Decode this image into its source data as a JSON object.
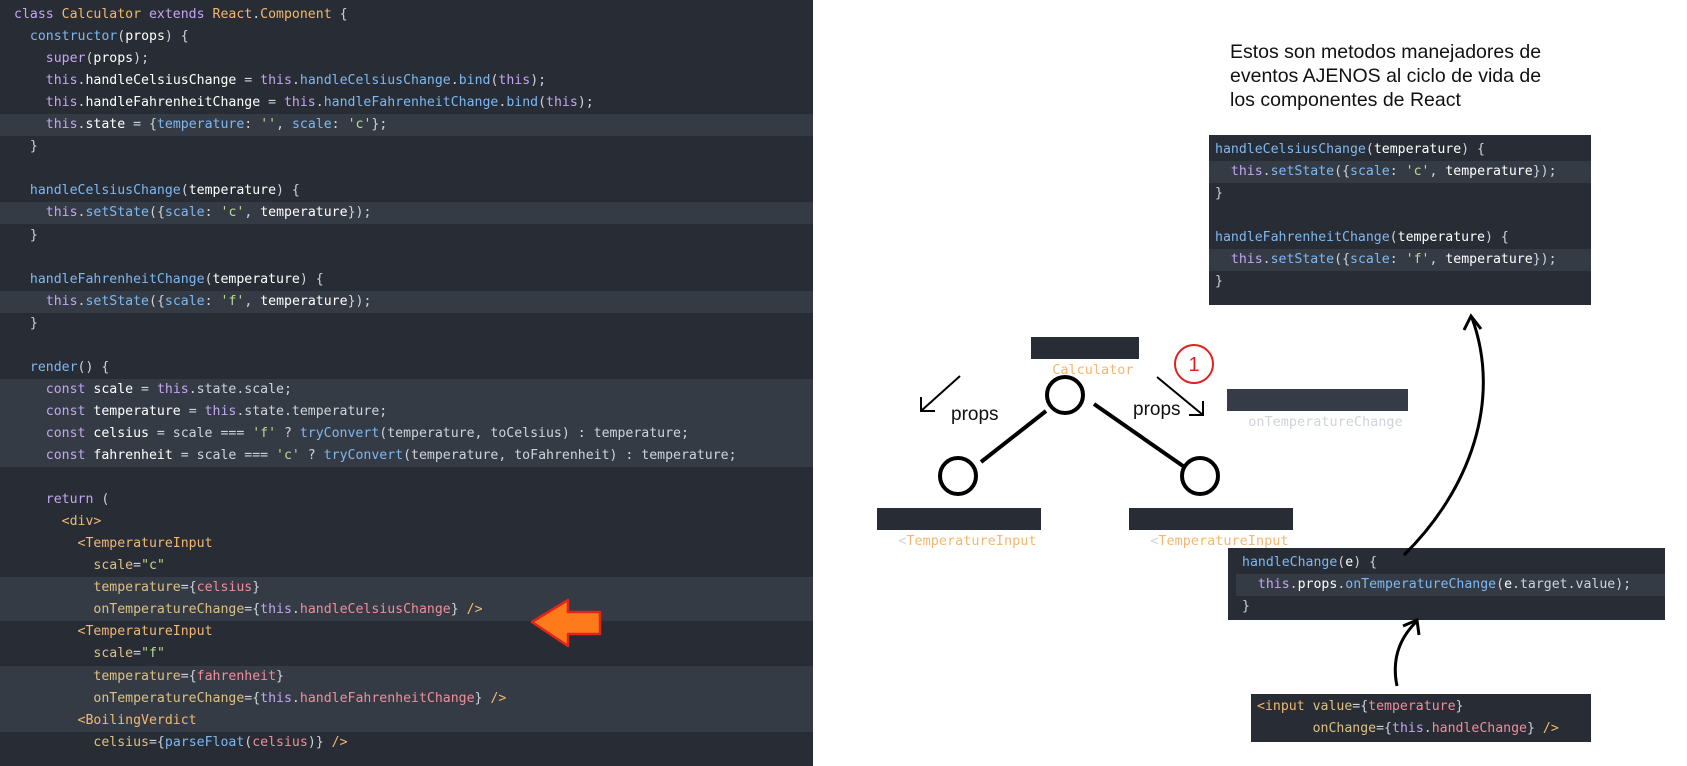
{
  "editor": {
    "lines": [
      [
        [
          "kw",
          "class "
        ],
        [
          "cls",
          "Calculator "
        ],
        [
          "kw",
          "extends "
        ],
        [
          "cls",
          "React"
        ],
        [
          "pun",
          "."
        ],
        [
          "cls",
          "Component "
        ],
        [
          "pun",
          "{"
        ]
      ],
      [
        [
          "pun",
          "  "
        ],
        [
          "fn",
          "constructor"
        ],
        [
          "pun",
          "("
        ],
        [
          "prm",
          "props"
        ],
        [
          "pun",
          ") {"
        ]
      ],
      [
        [
          "pun",
          "    "
        ],
        [
          "kw",
          "super"
        ],
        [
          "pun",
          "("
        ],
        [
          "prm",
          "props"
        ],
        [
          "pun",
          ");"
        ]
      ],
      [
        [
          "pun",
          "    "
        ],
        [
          "kw",
          "this"
        ],
        [
          "pun",
          "."
        ],
        [
          "prm",
          "handleCelsiusChange"
        ],
        [
          "pun",
          " = "
        ],
        [
          "kw",
          "this"
        ],
        [
          "pun",
          "."
        ],
        [
          "fn",
          "handleCelsiusChange"
        ],
        [
          "pun",
          "."
        ],
        [
          "fn",
          "bind"
        ],
        [
          "pun",
          "("
        ],
        [
          "kw",
          "this"
        ],
        [
          "pun",
          ");"
        ]
      ],
      [
        [
          "pun",
          "    "
        ],
        [
          "kw",
          "this"
        ],
        [
          "pun",
          "."
        ],
        [
          "prm",
          "handleFahrenheitChange"
        ],
        [
          "pun",
          " = "
        ],
        [
          "kw",
          "this"
        ],
        [
          "pun",
          "."
        ],
        [
          "fn",
          "handleFahrenheitChange"
        ],
        [
          "pun",
          "."
        ],
        [
          "fn",
          "bind"
        ],
        [
          "pun",
          "("
        ],
        [
          "kw",
          "this"
        ],
        [
          "pun",
          ");"
        ]
      ],
      [
        [
          "pun",
          "    "
        ],
        [
          "kw",
          "this"
        ],
        [
          "pun",
          "."
        ],
        [
          "prm",
          "state"
        ],
        [
          "pun",
          " = {"
        ],
        [
          "key",
          "temperature"
        ],
        [
          "pun",
          ": "
        ],
        [
          "str",
          "''"
        ],
        [
          "pun",
          ", "
        ],
        [
          "key",
          "scale"
        ],
        [
          "pun",
          ": "
        ],
        [
          "str",
          "'c'"
        ],
        [
          "pun",
          "};"
        ]
      ],
      [
        [
          "pun",
          "  }"
        ]
      ],
      [
        [
          "pun",
          ""
        ]
      ],
      [
        [
          "pun",
          "  "
        ],
        [
          "fn",
          "handleCelsiusChange"
        ],
        [
          "pun",
          "("
        ],
        [
          "prm",
          "temperature"
        ],
        [
          "pun",
          ") {"
        ]
      ],
      [
        [
          "pun",
          "    "
        ],
        [
          "kw",
          "this"
        ],
        [
          "pun",
          "."
        ],
        [
          "fn",
          "setState"
        ],
        [
          "pun",
          "({"
        ],
        [
          "key",
          "scale"
        ],
        [
          "pun",
          ": "
        ],
        [
          "str",
          "'c'"
        ],
        [
          "pun",
          ", "
        ],
        [
          "prm",
          "temperature"
        ],
        [
          "pun",
          "});"
        ]
      ],
      [
        [
          "pun",
          "  }"
        ]
      ],
      [
        [
          "pun",
          ""
        ]
      ],
      [
        [
          "pun",
          "  "
        ],
        [
          "fn",
          "handleFahrenheitChange"
        ],
        [
          "pun",
          "("
        ],
        [
          "prm",
          "temperature"
        ],
        [
          "pun",
          ") {"
        ]
      ],
      [
        [
          "pun",
          "    "
        ],
        [
          "kw",
          "this"
        ],
        [
          "pun",
          "."
        ],
        [
          "fn",
          "setState"
        ],
        [
          "pun",
          "({"
        ],
        [
          "key",
          "scale"
        ],
        [
          "pun",
          ": "
        ],
        [
          "str",
          "'f'"
        ],
        [
          "pun",
          ", "
        ],
        [
          "prm",
          "temperature"
        ],
        [
          "pun",
          "});"
        ]
      ],
      [
        [
          "pun",
          "  }"
        ]
      ],
      [
        [
          "pun",
          ""
        ]
      ],
      [
        [
          "pun",
          "  "
        ],
        [
          "fn",
          "render"
        ],
        [
          "pun",
          "() {"
        ]
      ],
      [
        [
          "pun",
          "    "
        ],
        [
          "kw",
          "const "
        ],
        [
          "prm",
          "scale"
        ],
        [
          "pun",
          " = "
        ],
        [
          "kw",
          "this"
        ],
        [
          "pun",
          ".state.scale;"
        ]
      ],
      [
        [
          "pun",
          "    "
        ],
        [
          "kw",
          "const "
        ],
        [
          "prm",
          "temperature"
        ],
        [
          "pun",
          " = "
        ],
        [
          "kw",
          "this"
        ],
        [
          "pun",
          ".state.temperature;"
        ]
      ],
      [
        [
          "pun",
          "    "
        ],
        [
          "kw",
          "const "
        ],
        [
          "prm",
          "celsius"
        ],
        [
          "pun",
          " = scale === "
        ],
        [
          "str",
          "'f'"
        ],
        [
          "pun",
          " ? "
        ],
        [
          "fn",
          "tryConvert"
        ],
        [
          "pun",
          "(temperature, toCelsius) : temperature;"
        ]
      ],
      [
        [
          "pun",
          "    "
        ],
        [
          "kw",
          "const "
        ],
        [
          "prm",
          "fahrenheit"
        ],
        [
          "pun",
          " = scale === "
        ],
        [
          "str",
          "'c'"
        ],
        [
          "pun",
          " ? "
        ],
        [
          "fn",
          "tryConvert"
        ],
        [
          "pun",
          "(temperature, toFahrenheit) : temperature;"
        ]
      ],
      [
        [
          "pun",
          ""
        ]
      ],
      [
        [
          "pun",
          "    "
        ],
        [
          "kw",
          "return "
        ],
        [
          "pun",
          "("
        ]
      ],
      [
        [
          "pun",
          "      "
        ],
        [
          "tag",
          "<div>"
        ]
      ],
      [
        [
          "pun",
          "        "
        ],
        [
          "tag",
          "<TemperatureInput"
        ]
      ],
      [
        [
          "pun",
          "          "
        ],
        [
          "atr",
          "scale"
        ],
        [
          "pun",
          "="
        ],
        [
          "str",
          "\"c\""
        ]
      ],
      [
        [
          "pun",
          "          "
        ],
        [
          "atr",
          "temperature"
        ],
        [
          "pun",
          "={"
        ],
        [
          "exp",
          "celsius"
        ],
        [
          "pun",
          "}"
        ]
      ],
      [
        [
          "pun",
          "          "
        ],
        [
          "atr",
          "onTemperatureChange"
        ],
        [
          "pun",
          "={"
        ],
        [
          "kw",
          "this"
        ],
        [
          "pun",
          "."
        ],
        [
          "exp",
          "handleCelsiusChange"
        ],
        [
          "pun",
          "} "
        ],
        [
          "tag",
          "/>"
        ]
      ],
      [
        [
          "pun",
          "        "
        ],
        [
          "tag",
          "<TemperatureInput"
        ]
      ],
      [
        [
          "pun",
          "          "
        ],
        [
          "atr",
          "scale"
        ],
        [
          "pun",
          "="
        ],
        [
          "str",
          "\"f\""
        ]
      ],
      [
        [
          "pun",
          "          "
        ],
        [
          "atr",
          "temperature"
        ],
        [
          "pun",
          "={"
        ],
        [
          "exp",
          "fahrenheit"
        ],
        [
          "pun",
          "}"
        ]
      ],
      [
        [
          "pun",
          "          "
        ],
        [
          "atr",
          "onTemperatureChange"
        ],
        [
          "pun",
          "={"
        ],
        [
          "kw",
          "this"
        ],
        [
          "pun",
          "."
        ],
        [
          "exp",
          "handleFahrenheitChange"
        ],
        [
          "pun",
          "} "
        ],
        [
          "tag",
          "/>"
        ]
      ],
      [
        [
          "pun",
          "        "
        ],
        [
          "tag",
          "<BoilingVerdict"
        ]
      ],
      [
        [
          "pun",
          "          "
        ],
        [
          "atr",
          "celsius"
        ],
        [
          "pun",
          "={"
        ],
        [
          "fn",
          "parseFloat"
        ],
        [
          "pun",
          "("
        ],
        [
          "exp",
          "celsius"
        ],
        [
          "pun",
          ")} "
        ],
        [
          "tag",
          "/>"
        ]
      ]
    ],
    "highlighted": [
      5,
      9,
      13,
      17,
      18,
      19,
      20,
      26,
      27,
      30,
      31,
      32
    ]
  },
  "note": {
    "line1": "Estos son metodos manejadores de",
    "line2": "eventos AJENOS al ciclo de vida de",
    "line3": "los componentes de React"
  },
  "handlers_box": {
    "lines": [
      [
        [
          "fn",
          "handleCelsiusChange"
        ],
        [
          "pun",
          "("
        ],
        [
          "prm",
          "temperature"
        ],
        [
          "pun",
          ") {"
        ]
      ],
      [
        [
          "pun",
          "  "
        ],
        [
          "kw",
          "this"
        ],
        [
          "pun",
          "."
        ],
        [
          "fn",
          "setState"
        ],
        [
          "pun",
          "({"
        ],
        [
          "key",
          "scale"
        ],
        [
          "pun",
          ": "
        ],
        [
          "str",
          "'c'"
        ],
        [
          "pun",
          ", "
        ],
        [
          "prm",
          "temperature"
        ],
        [
          "pun",
          "});"
        ]
      ],
      [
        [
          "pun",
          "}"
        ]
      ],
      [
        [
          "pun",
          ""
        ]
      ],
      [
        [
          "fn",
          "handleFahrenheitChange"
        ],
        [
          "pun",
          "("
        ],
        [
          "prm",
          "temperature"
        ],
        [
          "pun",
          ") {"
        ]
      ],
      [
        [
          "pun",
          "  "
        ],
        [
          "kw",
          "this"
        ],
        [
          "pun",
          "."
        ],
        [
          "fn",
          "setState"
        ],
        [
          "pun",
          "({"
        ],
        [
          "key",
          "scale"
        ],
        [
          "pun",
          ": "
        ],
        [
          "str",
          "'f'"
        ],
        [
          "pun",
          ", "
        ],
        [
          "prm",
          "temperature"
        ],
        [
          "pun",
          "});"
        ]
      ],
      [
        [
          "pun",
          "}"
        ]
      ]
    ],
    "highlighted": [
      1,
      5
    ]
  },
  "handle_change_box": {
    "lines": [
      [
        [
          "fn",
          "handleChange"
        ],
        [
          "pun",
          "("
        ],
        [
          "prm",
          "e"
        ],
        [
          "pun",
          ") {"
        ]
      ],
      [
        [
          "pun",
          "  "
        ],
        [
          "kw",
          "this"
        ],
        [
          "pun",
          "."
        ],
        [
          "prm",
          "props"
        ],
        [
          "pun",
          "."
        ],
        [
          "fn",
          "onTemperatureChange"
        ],
        [
          "pun",
          "("
        ],
        [
          "prm",
          "e"
        ],
        [
          "pun",
          ".target.value);"
        ]
      ],
      [
        [
          "pun",
          "}"
        ]
      ]
    ],
    "highlighted": [
      1
    ]
  },
  "input_box": {
    "lines": [
      [
        [
          "tag",
          "<input "
        ],
        [
          "atr",
          "value"
        ],
        [
          "pun",
          "={"
        ],
        [
          "exp",
          "temperature"
        ],
        [
          "pun",
          "}"
        ]
      ],
      [
        [
          "pun",
          "       "
        ],
        [
          "atr",
          "onChange"
        ],
        [
          "pun",
          "={"
        ],
        [
          "kw",
          "this"
        ],
        [
          "pun",
          "."
        ],
        [
          "exp",
          "handleChange"
        ],
        [
          "pun",
          "} "
        ],
        [
          "tag",
          "/>"
        ]
      ]
    ],
    "highlighted": []
  },
  "tree": {
    "root_label": "Calculator",
    "left_child_label": "TemperatureInput",
    "right_child_label": "TemperatureInput",
    "tag_open": "<",
    "prop_label": "onTemperatureChange",
    "edge_label_left": "props",
    "edge_label_right": "props",
    "step_badge": "1"
  },
  "colors": {
    "editor_bg": "#282c34",
    "line_highlight": "#353b45",
    "arrow_orange": "#ff7a1a",
    "arrow_red_outline": "#e0261b",
    "badge_red": "#e12020"
  }
}
